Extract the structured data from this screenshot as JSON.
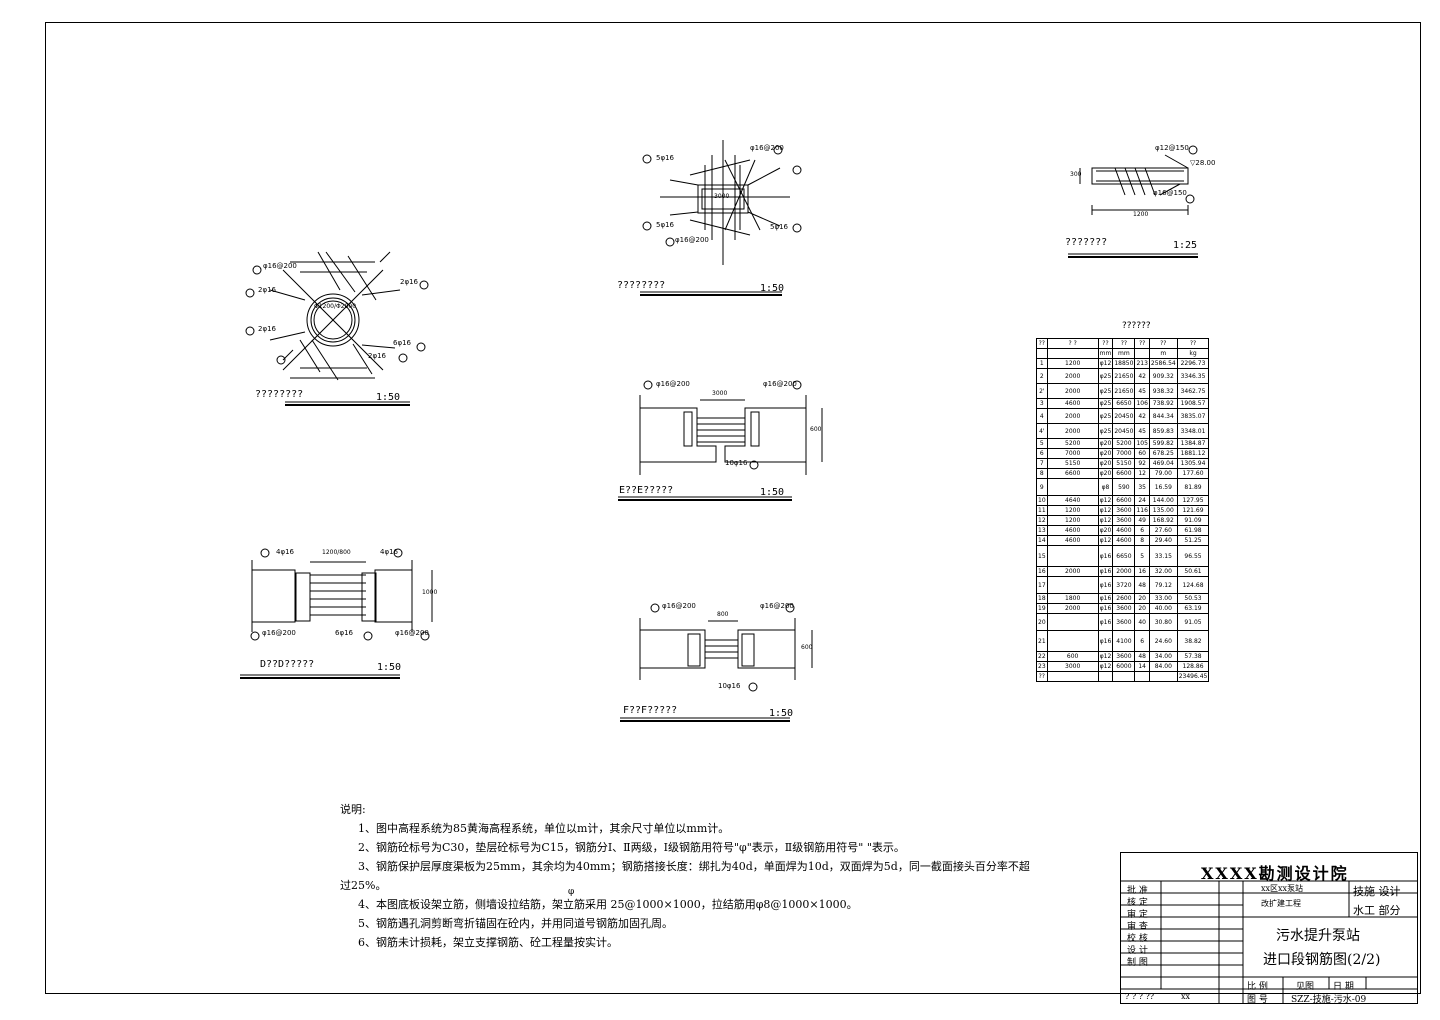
{
  "captions": {
    "circle": {
      "label": "????????",
      "scale": "1:50"
    },
    "plan": {
      "label": "????????",
      "scale": "1:50"
    },
    "beam": {
      "label": "???????",
      "scale": "1:25"
    },
    "e": {
      "label": "E??E?????",
      "scale": "1:50"
    },
    "d": {
      "label": "D??D?????",
      "scale": "1:50"
    },
    "f": {
      "label": "F??F?????",
      "scale": "1:50"
    }
  },
  "dims": {
    "circle_mark1": "φ16@200",
    "circle_2a": "2φ16",
    "circle_2b": "2φ16",
    "circle_2c": "2φ16",
    "circle_2d": "2φ16",
    "circle_6": "6φ16",
    "circle_center": "Φ1200/Φ2000",
    "plan_5a": "5φ16",
    "plan_5b": "5φ16",
    "plan_5c": "5φ16",
    "plan_top": "φ16@200",
    "plan_bot": "φ16@200",
    "plan_w": "3000",
    "e_left": "φ16@200",
    "e_right": "φ16@200",
    "e_w": "3000",
    "e_bot": "10φ16",
    "e_h": "600",
    "d_left": "4φ16",
    "d_right": "4φ16",
    "d_w": "1200/800",
    "d_bl": "φ16@200",
    "d_br": "φ16@200",
    "d_mid": "6φ16",
    "d_h": "1000",
    "f_left": "φ16@200",
    "f_right": "φ16@200",
    "f_w": "800",
    "f_bot": "10φ16",
    "f_h": "600",
    "beam_a": "φ12@150",
    "beam_b": "φ16@150",
    "beam_c": "▽28.00",
    "beam_w": "1200",
    "beam_h": "300"
  },
  "table": {
    "title": "??????",
    "headers": [
      "??",
      "? ?",
      "??",
      "??",
      "??",
      "??",
      "??"
    ],
    "units": [
      "",
      "",
      "mm",
      "mm",
      "",
      "m",
      "kg"
    ],
    "rows": [
      [
        "1",
        "1200",
        "φ12",
        "18850",
        "213",
        "2586.54",
        "2296.73"
      ],
      [
        "2",
        "2000",
        "φ25",
        "21650",
        "42",
        "909.32",
        "3346.35"
      ],
      [
        "2'",
        "2000",
        "φ25",
        "21650",
        "45",
        "938.32",
        "3462.75"
      ],
      [
        "3",
        "4600",
        "φ25",
        "6650",
        "106",
        "738.92",
        "1908.57"
      ],
      [
        "4",
        "2000",
        "φ25",
        "20450",
        "42",
        "844.34",
        "3835.07"
      ],
      [
        "4'",
        "2000",
        "φ25",
        "20450",
        "45",
        "859.83",
        "3348.01"
      ],
      [
        "5",
        "5200",
        "φ20",
        "5200",
        "105",
        "599.82",
        "1384.87"
      ],
      [
        "6",
        "7000",
        "φ20",
        "7000",
        "60",
        "678.25",
        "1881.12"
      ],
      [
        "7",
        "5150",
        "φ20",
        "5150",
        "92",
        "469.04",
        "1305.94"
      ],
      [
        "8",
        "6600",
        "φ20",
        "6600",
        "12",
        "79.00",
        "177.60"
      ],
      [
        "9",
        "",
        "φ8",
        "590",
        "35",
        "16.59",
        "81.89"
      ],
      [
        "10",
        "4640",
        "φ12",
        "6600",
        "24",
        "144.00",
        "127.95"
      ],
      [
        "11",
        "1200",
        "φ12",
        "3600",
        "116",
        "135.00",
        "121.69"
      ],
      [
        "12",
        "1200",
        "φ12",
        "3600",
        "49",
        "168.92",
        "91.09"
      ],
      [
        "13",
        "4600",
        "φ20",
        "4600",
        "6",
        "27.60",
        "61.98"
      ],
      [
        "14",
        "4600",
        "φ12",
        "4600",
        "8",
        "29.40",
        "51.25"
      ],
      [
        "15",
        "",
        "φ16",
        "6650",
        "5",
        "33.15",
        "96.55"
      ],
      [
        "16",
        "2000",
        "φ16",
        "2000",
        "16",
        "32.00",
        "50.61"
      ],
      [
        "17",
        "",
        "φ16",
        "3720",
        "48",
        "79.12",
        "124.68"
      ],
      [
        "18",
        "1800",
        "φ16",
        "2600",
        "20",
        "33.00",
        "50.53"
      ],
      [
        "19",
        "2000",
        "φ16",
        "3600",
        "20",
        "40.00",
        "63.19"
      ],
      [
        "20",
        "",
        "φ16",
        "3600",
        "40",
        "30.80",
        "91.05"
      ],
      [
        "21",
        "",
        "φ16",
        "4100",
        "6",
        "24.60",
        "38.82"
      ],
      [
        "22",
        "600",
        "φ12",
        "3600",
        "48",
        "34.00",
        "57.38"
      ],
      [
        "23",
        "3000",
        "φ12",
        "6000",
        "14",
        "84.00",
        "128.86"
      ],
      [
        "??",
        "",
        "",
        "",
        "",
        "",
        "23496.45"
      ]
    ]
  },
  "notes": {
    "title": "说明:",
    "l1": "1、图中高程系统为85黄海高程系统，单位以m计，其余尺寸单位以mm计。",
    "l2": "2、钢筋砼标号为C30，垫层砼标号为C15，钢筋分Ⅰ、Ⅱ两级，Ⅰ级钢筋用符号\"φ\"表示，Ⅱ级钢筋用符号\" \"表示。",
    "l3a": "3、钢筋保护层厚度渠板为25mm，其余均为40mm；钢筋搭接长度：绑扎为40d，单面焊为10d，双面焊为5d，同一截面接头百分率不超",
    "l3b": "过25%。",
    "phi": "φ",
    "l4": "4、本图底板设架立筋，侧墙设拉结筋，架立筋采用  25@1000×1000，拉结筋用φ8@1000×1000。",
    "l5": "5、钢筋遇孔洞剪断弯折锚固在砼内，并用同道号钢筋加固孔周。",
    "l6": "6、钢筋未计损耗，架立支撑钢筋、砼工程量按实计。"
  },
  "titleblock": {
    "company": "XXXX勘测设计院",
    "roles": [
      "批 准",
      "核 定",
      "审 定",
      "审 查",
      "校 核",
      "设 计",
      "制 图"
    ],
    "bottom_left": "? ? ? ??",
    "bottom_left_val": "xx",
    "project1": "xx区xx泵站",
    "project2": "改扩建工程",
    "stage1": "技施 设计",
    "stage2": "水工 部分",
    "drawing1": "污水提升泵站",
    "drawing2": "进口段钢筋图(2/2)",
    "scale_label": "比 例",
    "scale_val": "见图",
    "date_label": "日 期",
    "no_label": "图 号",
    "no_val": "SZZ-技施-污水-09"
  }
}
